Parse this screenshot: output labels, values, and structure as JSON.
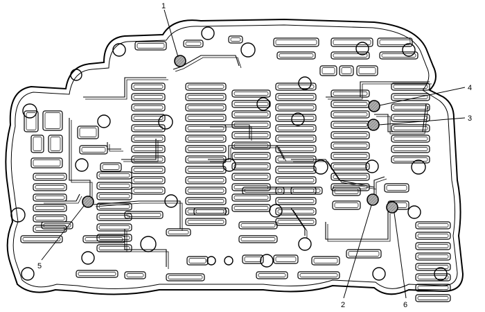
{
  "diagram": {
    "callouts": [
      {
        "number": "1"
      },
      {
        "number": "2"
      },
      {
        "number": "3"
      },
      {
        "number": "4"
      },
      {
        "number": "5"
      },
      {
        "number": "6"
      }
    ],
    "colors": {
      "line": "#000000",
      "background": "#ffffff",
      "check_ball_fill": "#9a9a9a"
    }
  }
}
